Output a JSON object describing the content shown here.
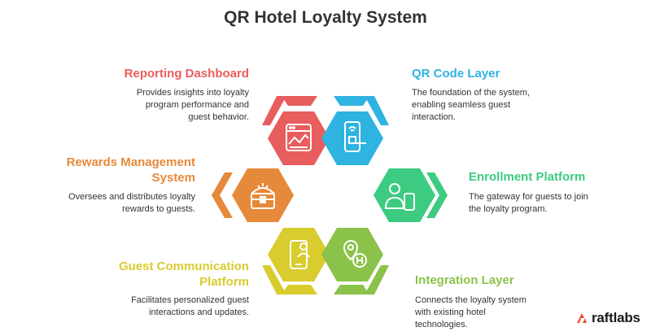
{
  "title": "QR Hotel Loyalty System",
  "colors": {
    "reporting": "#E85D5D",
    "qr_code": "#2FB3E0",
    "rewards": "#E6893A",
    "enrollment": "#3CCB80",
    "communication": "#D8CC2E",
    "integration": "#8BC34A",
    "brand": "#EE4B2B"
  },
  "items": {
    "reporting": {
      "heading": "Reporting Dashboard",
      "description": [
        "Provides insights into loyalty",
        "program performance and",
        "guest behavior."
      ],
      "icon": "dashboard-window-icon"
    },
    "qr_code": {
      "heading": "QR Code Layer",
      "description": [
        "The foundation of the system,",
        "enabling seamless guest",
        "interaction."
      ],
      "icon": "door-lock-icon"
    },
    "rewards": {
      "heading": [
        "Rewards Management",
        "System"
      ],
      "description": [
        "Oversees and distributes loyalty",
        "rewards to guests."
      ],
      "icon": "treasure-chest-icon"
    },
    "enrollment": {
      "heading": "Enrollment Platform",
      "description": [
        "The gateway for guests to join",
        "the loyalty program."
      ],
      "icon": "person-phone-icon"
    },
    "communication": {
      "heading": [
        "Guest Communication",
        "Platform"
      ],
      "description": [
        "Facilitates personalized guest",
        "interactions and updates."
      ],
      "icon": "phone-user-icon"
    },
    "integration": {
      "heading": "Integration Layer",
      "description": [
        "Connects the loyalty system",
        "with existing hotel",
        "technologies."
      ],
      "icon": "hotel-location-icon"
    }
  },
  "brand": {
    "name": "raftlabs",
    "icon": "raftlabs-logo-icon"
  }
}
